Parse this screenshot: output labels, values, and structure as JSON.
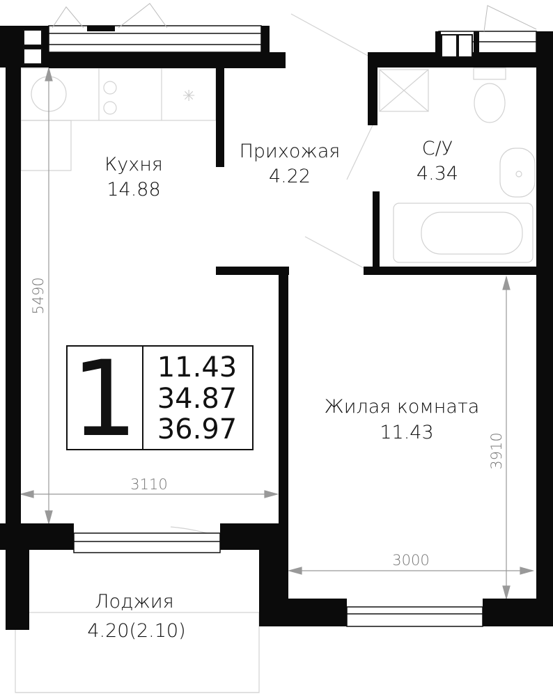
{
  "rooms": {
    "kitchen": {
      "name": "Кухня",
      "area": "14.88"
    },
    "hallway": {
      "name": "Прихожая",
      "area": "4.22"
    },
    "bathroom": {
      "name": "С/У",
      "area": "4.34"
    },
    "living": {
      "name": "Жилая комната",
      "area": "11.43"
    },
    "loggia": {
      "name": "Лоджия",
      "area": "4.20(2.10)"
    }
  },
  "dimensions": {
    "kitchen_height": "5490",
    "kitchen_width": "3110",
    "living_width": "3000",
    "living_height": "3910"
  },
  "summary": {
    "rooms_count": "1",
    "living_area": "11.43",
    "total_area": "34.87",
    "total_area_with_loggia": "36.97"
  }
}
